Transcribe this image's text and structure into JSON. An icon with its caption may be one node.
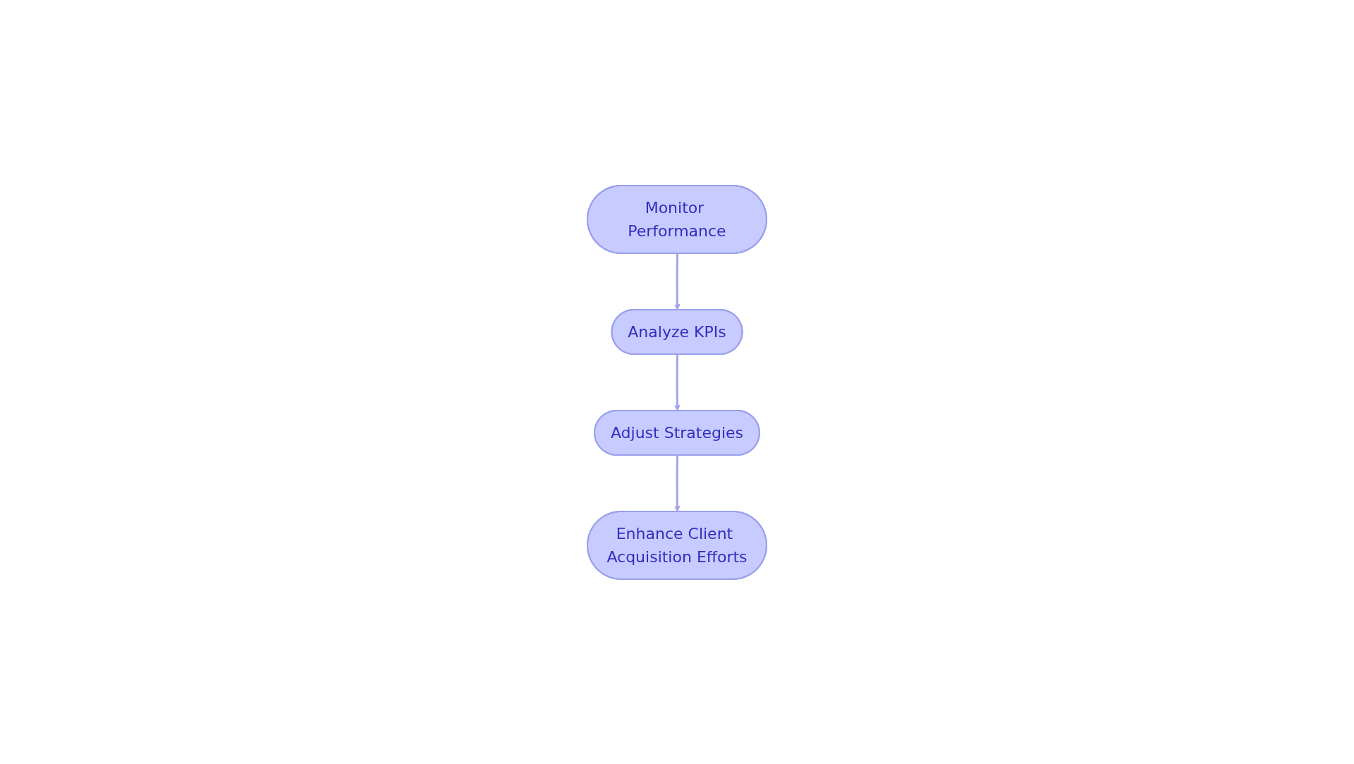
{
  "diagram": {
    "nodes": [
      {
        "text": [
          "Monitor Performance"
        ]
      },
      {
        "text": [
          "Analyze KPIs"
        ]
      },
      {
        "text": [
          "Adjust Strategies"
        ]
      },
      {
        "text": [
          "Enhance Client Acquisition Efforts"
        ]
      }
    ],
    "edges": [
      {
        "from": 0,
        "to": 1,
        "arrow": "to"
      },
      {
        "from": 1,
        "to": 2,
        "arrow": "to"
      },
      {
        "from": 2,
        "to": 3,
        "arrow": "to"
      }
    ]
  }
}
